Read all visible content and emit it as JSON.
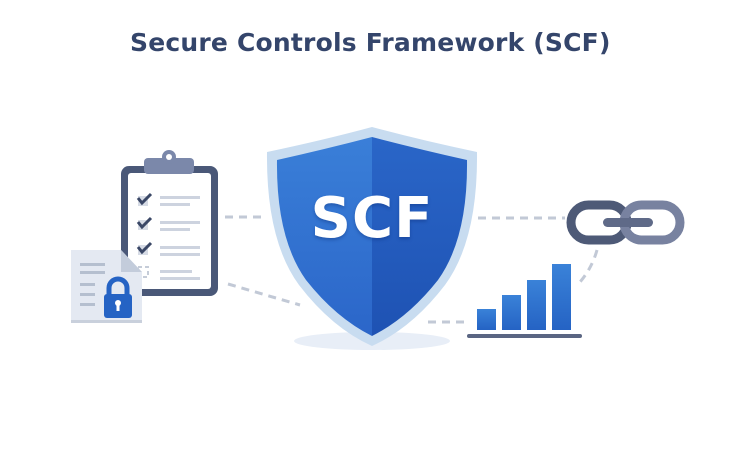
{
  "header": {
    "title": "Secure Controls Framework (SCF)"
  },
  "shield": {
    "label": "SCF",
    "icon": "shield-icon"
  },
  "clipboard": {
    "icon": "clipboard-checklist-icon",
    "items": [
      {
        "checked": true
      },
      {
        "checked": true
      },
      {
        "checked": true
      },
      {
        "checked": false
      }
    ]
  },
  "document": {
    "icon": "locked-document-icon"
  },
  "link": {
    "icon": "chain-link-icon"
  },
  "bar_chart": {
    "icon": "bar-chart-icon",
    "bars": 4
  },
  "colors": {
    "title": "#34456b",
    "shield_primary": "#2f6fd0",
    "shield_dark": "#1f5bbf",
    "shield_outline": "#c8dcf0",
    "slate": "#4a5878",
    "connector": "#c2c9d6",
    "bar_blue": "#2a6ecf"
  }
}
